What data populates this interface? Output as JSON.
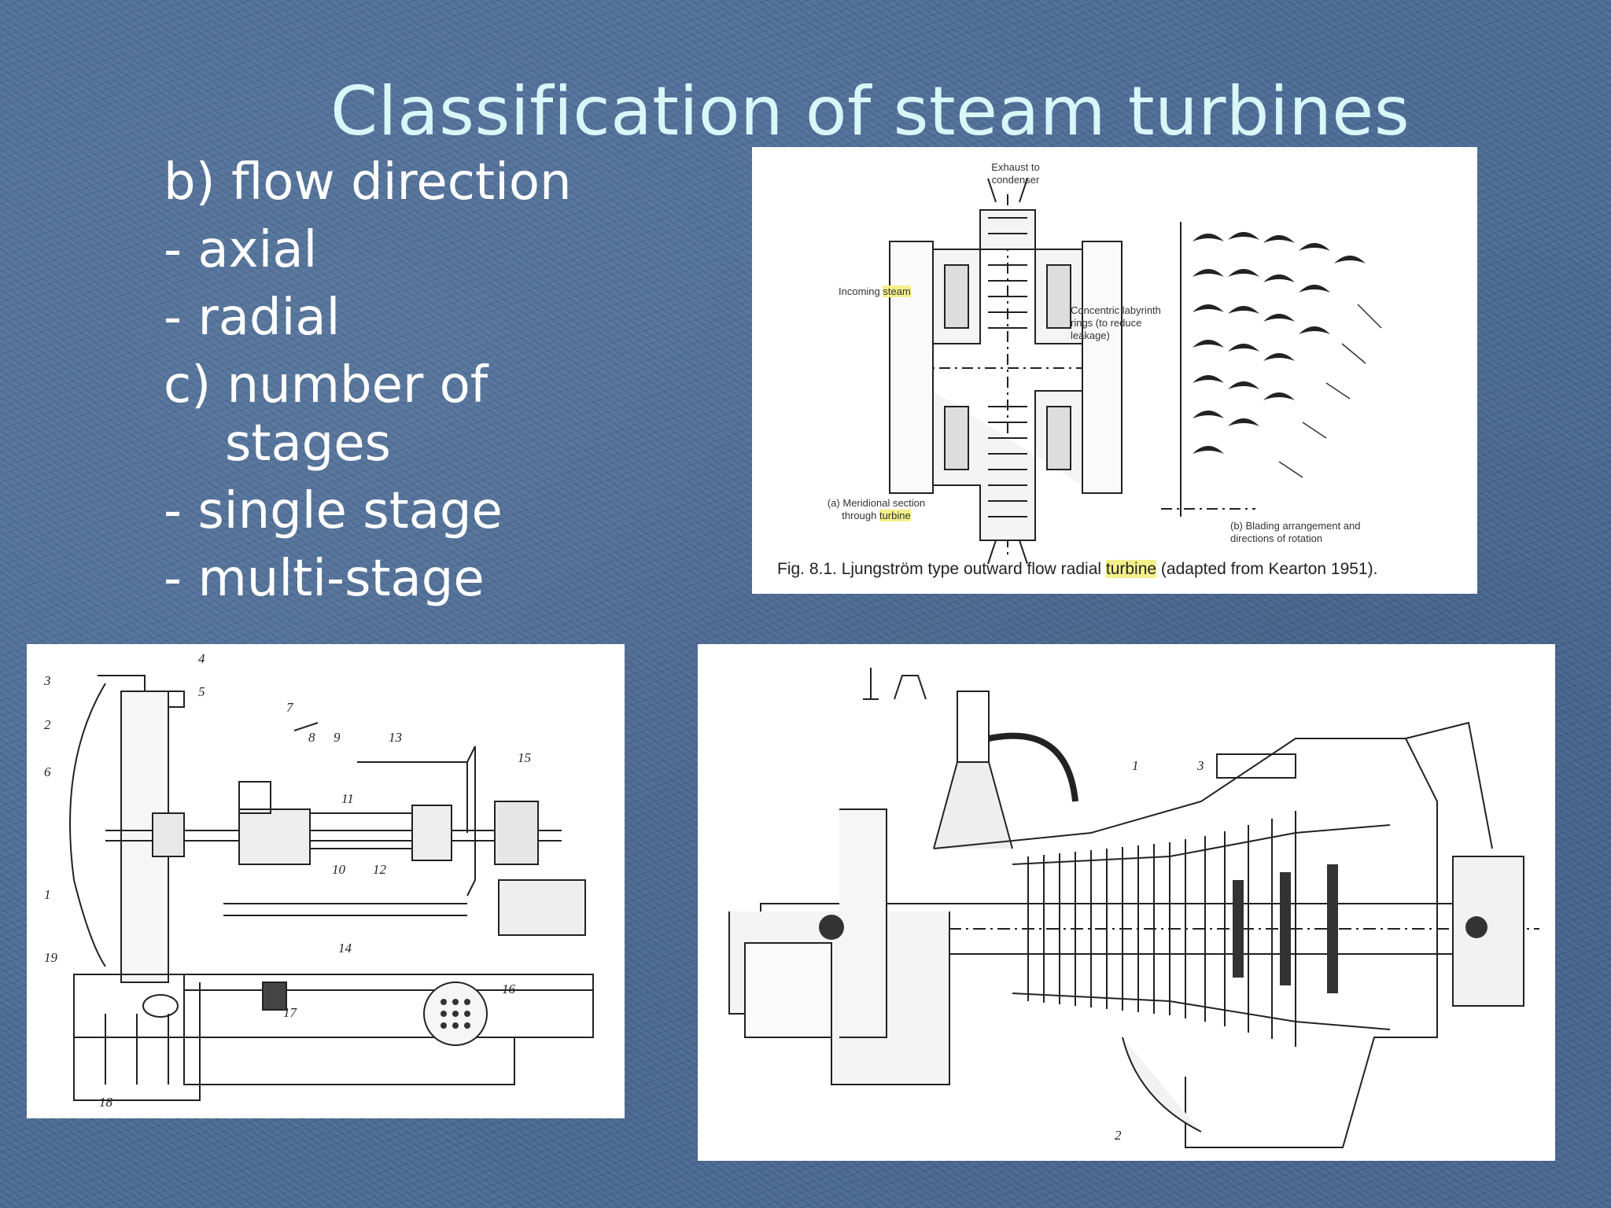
{
  "slide": {
    "title": "Classification of steam turbines",
    "bullets": [
      {
        "text": "b) flow direction"
      },
      {
        "text": "- axial"
      },
      {
        "text": "- radial"
      },
      {
        "text": "c) number of"
      },
      {
        "text": "stages"
      },
      {
        "text": "- single stage"
      },
      {
        "text": "- multi-stage"
      }
    ]
  },
  "figure_radial": {
    "caption_prefix": "Fig. 8.1.  Ljungström type outward flow radial ",
    "caption_highlight": "turbine",
    "caption_suffix": " (adapted from Kearton 1951).",
    "labels": {
      "exhaust": "Exhaust to condenser",
      "incoming_prefix": "Incoming ",
      "incoming_highlight": "steam",
      "concentric": "Concentric labyrinth rings (to reduce leakage)",
      "meridional_prefix": "(a) Meridional section through ",
      "meridional_highlight": "turbine",
      "blading": "(b) Blading arrangement and directions of rotation"
    }
  },
  "figure_single_stage": {
    "numbers": [
      "1",
      "2",
      "3",
      "4",
      "5",
      "6",
      "7",
      "8",
      "9",
      "10",
      "11",
      "12",
      "13",
      "14",
      "15",
      "16",
      "17",
      "18",
      "19"
    ]
  },
  "figure_multistage": {
    "numbers": [
      "1",
      "2",
      "3"
    ]
  },
  "colors": {
    "background": "#4b6b96",
    "title": "#d9f6f8",
    "text": "#ffffff",
    "highlight": "#f3f08a"
  }
}
